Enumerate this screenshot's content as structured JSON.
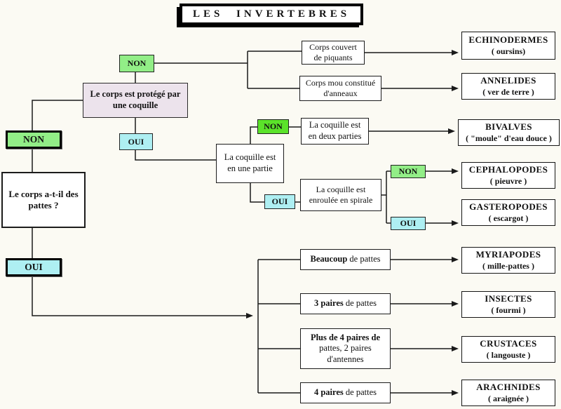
{
  "title": "LES INVERTEBRES",
  "colors": {
    "non-green": "#92ee87",
    "non-bright": "#5be32a",
    "oui-cyan": "#aeeff2",
    "shell-bg": "#ece3ec"
  },
  "decisions": {
    "non": "NON",
    "oui": "OUI"
  },
  "root_question": "Le corps a-t-il des pattes ?",
  "shell_question": "Le corps est protégé par une coquille",
  "conditions": {
    "spines": "Corps couvert de piquants",
    "rings": "Corps mou constitué d'anneaux",
    "one_part": "La coquille est en une partie",
    "two_parts": "La coquille est en deux parties",
    "spiral": "La coquille est enroulée en spirale"
  },
  "legs": {
    "many": {
      "bold": "Beaucoup",
      "rest": "de pattes"
    },
    "three_pairs": {
      "bold": "3 paires",
      "rest": "de pattes"
    },
    "more_four": {
      "bold": "Plus de 4 paires de",
      "rest": "pattes, 2 paires d'antennes"
    },
    "four_pairs": {
      "bold": "4 paires",
      "rest": "de pattes"
    }
  },
  "results": {
    "echinodermes": {
      "name": "ECHINODERMES",
      "common": "( oursins)"
    },
    "annelides": {
      "name": "ANNELIDES",
      "common": "( ver de terre )"
    },
    "bivalves": {
      "name": "BIVALVES",
      "common": "( \"moule\" d'eau douce )"
    },
    "cephalopodes": {
      "name": "CEPHALOPODES",
      "common": "( pieuvre )"
    },
    "gasteropodes": {
      "name": "GASTEROPODES",
      "common": "( escargot )"
    },
    "myriapodes": {
      "name": "MYRIAPODES",
      "common": "( mille-pattes )"
    },
    "insectes": {
      "name": "INSECTES",
      "common": "( fourmi )"
    },
    "crustaces": {
      "name": "CRUSTACES",
      "common": "( langouste )"
    },
    "arachnides": {
      "name": "ARACHNIDES",
      "common": "( araignée )"
    }
  }
}
